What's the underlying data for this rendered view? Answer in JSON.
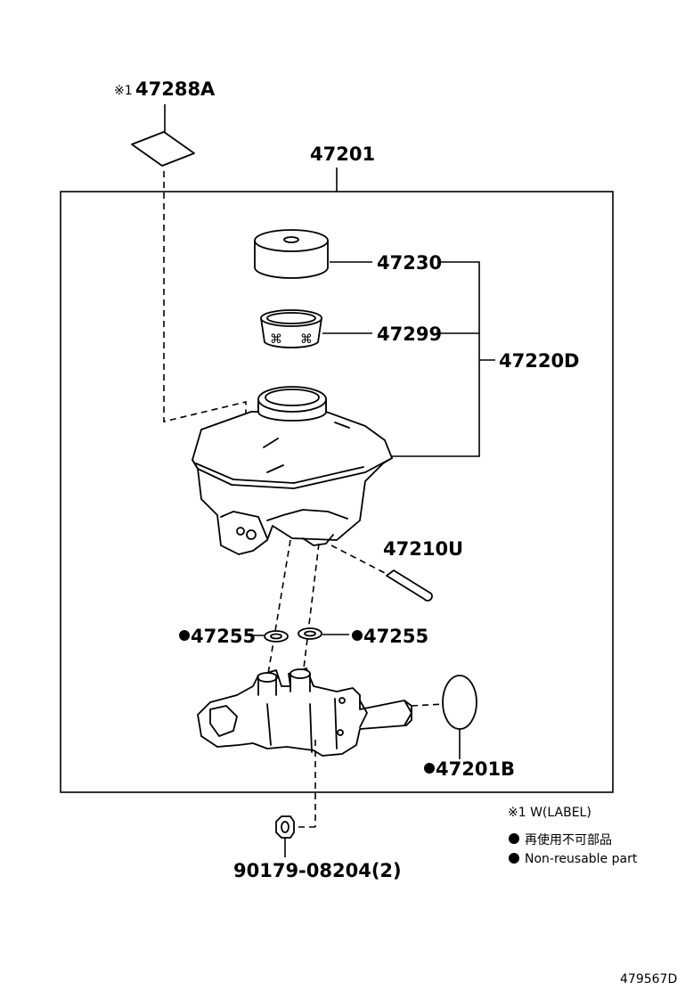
{
  "labels": {
    "label_sticker": "47288A",
    "label_sticker_mark": "※1",
    "master_cylinder_assy": "47201",
    "reservoir_cap": "47230",
    "strainer": "47299",
    "reservoir_sub_assy": "47220D",
    "pin": "47210U",
    "grommet_left": "47255",
    "grommet_right": "47255",
    "o_ring": "47201B",
    "nut": "90179-08204(2)"
  },
  "legend": {
    "note": "※1 W(LABEL)",
    "item_jp": "再使用不可部品",
    "item_en": "Non-reusable part"
  },
  "diagram_code": "479567D",
  "colors": {
    "line": "#000000",
    "background": "#ffffff"
  },
  "icons": {
    "non_reusable_marker": "filled-circle"
  }
}
